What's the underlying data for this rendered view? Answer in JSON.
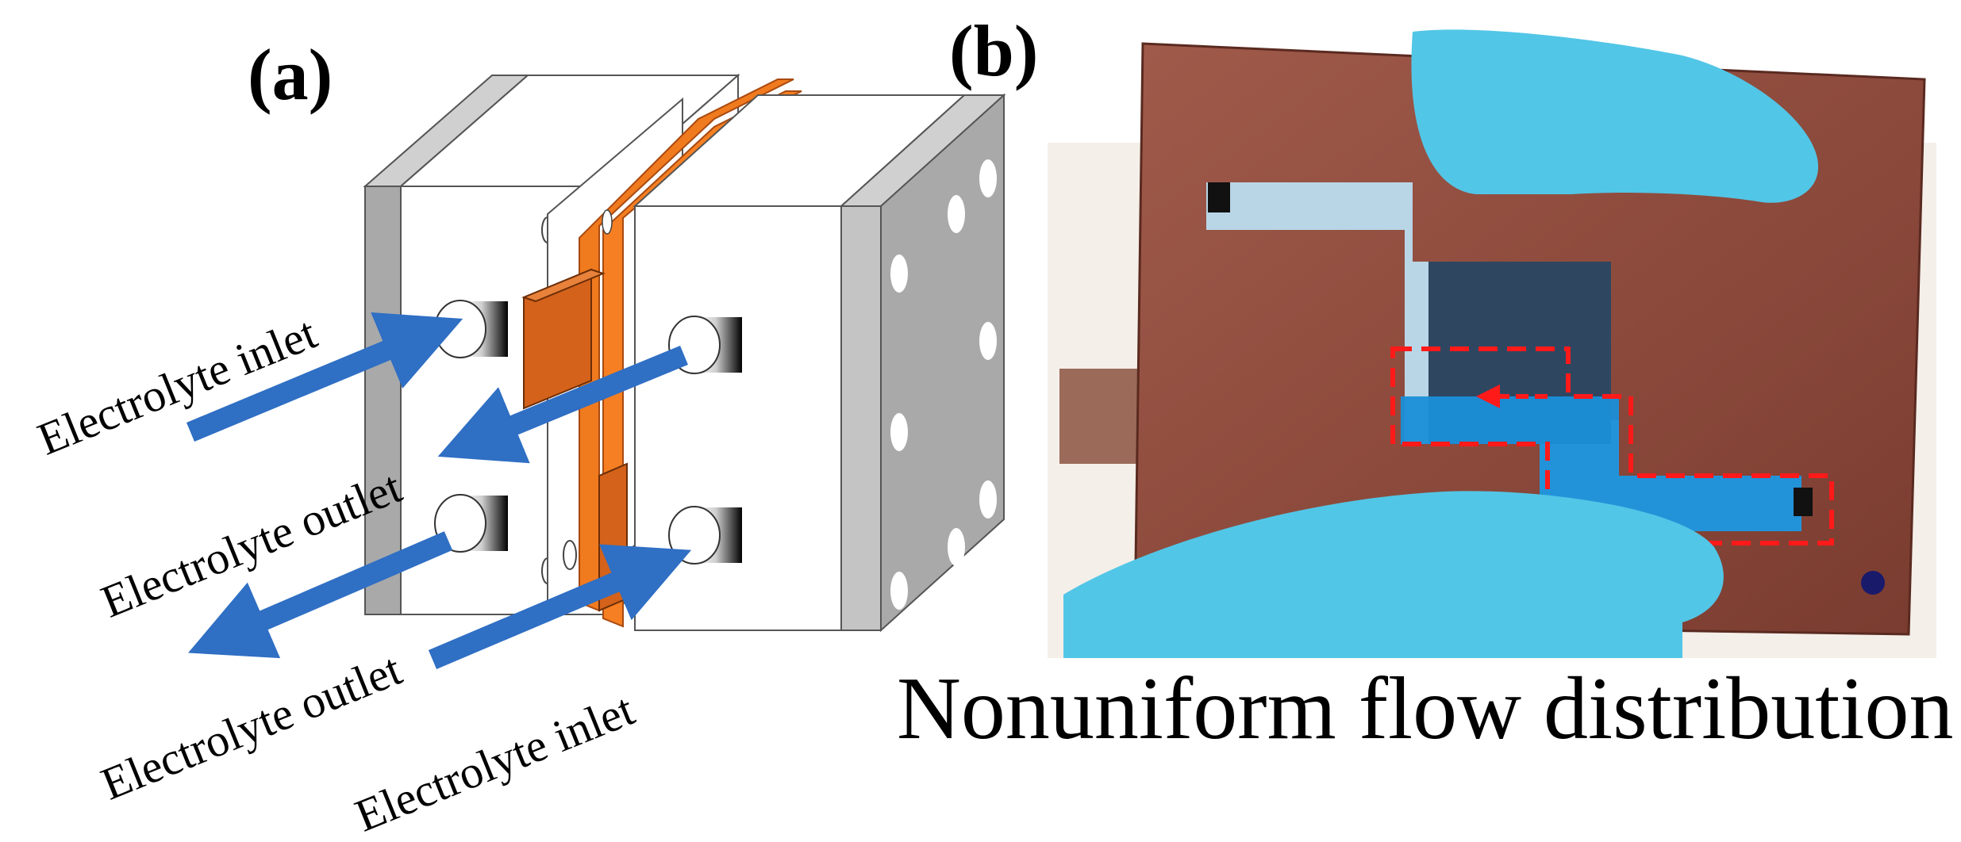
{
  "panels": {
    "a": {
      "label": "(a)"
    },
    "b": {
      "label": "(b)"
    }
  },
  "arrows": [
    {
      "label": "Electrolyte inlet",
      "color": "#2f6fc4"
    },
    {
      "label": "Electrolyte outlet",
      "color": "#2f6fc4"
    },
    {
      "label": "Electrolyte outlet",
      "color": "#2f6fc4"
    },
    {
      "label": "Electrolyte inlet",
      "color": "#2f6fc4"
    }
  ],
  "caption": "Nonuniform flow distribution",
  "colors": {
    "end_plate": "#a9a9a9",
    "frame": "#ffffff",
    "copper_foil": "#f07a1e",
    "electrode_tab": "#d4621a",
    "photo_board": "#8a4a3c",
    "channel_fill": "#b9d6e6",
    "flow_fill": "#1a8fd8",
    "highlight_box": "#ff1a1a",
    "glove": "#52c6e6"
  }
}
